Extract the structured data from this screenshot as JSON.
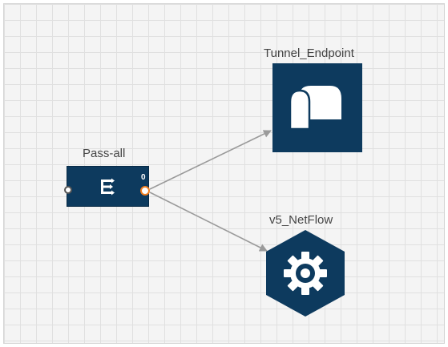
{
  "filter": {
    "label": "Pass-all",
    "icon": "filter-icon",
    "output_port_count": "0",
    "color": "#0d3a5e"
  },
  "destinations": [
    {
      "label": "Tunnel_Endpoint",
      "icon": "tunnel-icon",
      "shape": "square",
      "color": "#0d3a5e"
    },
    {
      "label": "v5_NetFlow",
      "icon": "gear-icon",
      "shape": "hexagon",
      "color": "#0d3a5e"
    }
  ],
  "ports": {
    "output_color": "#f07d1e",
    "input_color": "#555555"
  },
  "edge_color": "#9a9a9a"
}
